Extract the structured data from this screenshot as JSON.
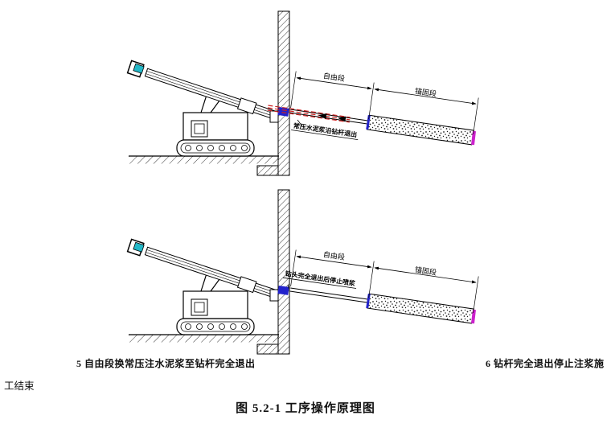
{
  "captions": {
    "step5": "5 自由段换常压注水泥浆至钻杆完全退出",
    "step6": "6 钻杆完全退出停止注浆施",
    "continuation": "工结束",
    "figure_title": "图 5.2-1  工序操作原理图"
  },
  "diagram_top": {
    "free_label": "自由段",
    "anchor_label": "锚固段",
    "annotation": "常压水泥浆沿钻杆退出"
  },
  "diagram_bottom": {
    "free_label": "自由段",
    "anchor_label": "锚固段",
    "annotation": "钻头完全退出后停止喷浆"
  },
  "colors": {
    "line": "#000000",
    "grout_red": "#cc2222",
    "drill_blue": "#2222cc",
    "anchor_magenta": "#cc22cc",
    "mast_cyan": "#22b8c8"
  }
}
